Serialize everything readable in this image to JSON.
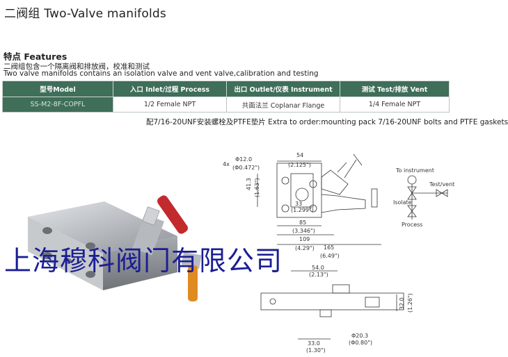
{
  "header": {
    "title": "二阀组 Two-Valve manifolds"
  },
  "features": {
    "heading": "特点 Features",
    "line1": "二阀组包含一个隔离阀和排放阀，校准和测试",
    "line2": "Two valve manifolds contains an isolation valve and vent valve,calibration and testing"
  },
  "spec_table": {
    "headers": [
      "型号Model",
      "入口 Inlet/过程 Process",
      "出口 Outlet/仪表 Instrument",
      "测试 Test/排放 Vent"
    ],
    "row": [
      "SS-M2-8F-COPFL",
      "1/2  Female NPT",
      "共面法兰 Coplanar Flange",
      "1/4 Female NPT"
    ]
  },
  "note": "配7/16-20UNF安装螺栓及PTFE垫片  Extra to order:mounting pack 7/16-20UNF bolts and PTFE gaskets",
  "drawing": {
    "hole_count": "4x",
    "hole_dia_mm": "Φ12.0",
    "hole_dia_in": "(Φ0.472\")",
    "w54_mm": "54",
    "w54_in": "(2.125\")",
    "h41_mm": "41.3",
    "h41_in": "(1.63\")",
    "c33_mm": "33",
    "c33_in": "(1.299\")",
    "w85_mm": "85",
    "w85_in": "(3.346\")",
    "w109_mm": "109",
    "w109_in": "(4.29\")",
    "w165_mm": "165",
    "w165_in": "(6.49\")",
    "s54_mm": "54.0",
    "s54_in": "(2.13\")",
    "s32_mm": "32.0",
    "s32_in": "(1.26\")",
    "d20_mm": "Φ20.3",
    "d20_in": "(Φ0.80\")",
    "s33_mm": "33.0",
    "s33_in": "(1.30\")"
  },
  "schematic": {
    "to_instrument": "To instrument",
    "test_vent": "Test/vent",
    "isolate": "Isolate",
    "process": "Process"
  },
  "watermark": "上海穆科阀门有限公司",
  "colors": {
    "table_header": "#3f6e59",
    "watermark": "#1b1e93",
    "handle_red": "#c22a2e",
    "handle_orange": "#e08a22"
  }
}
